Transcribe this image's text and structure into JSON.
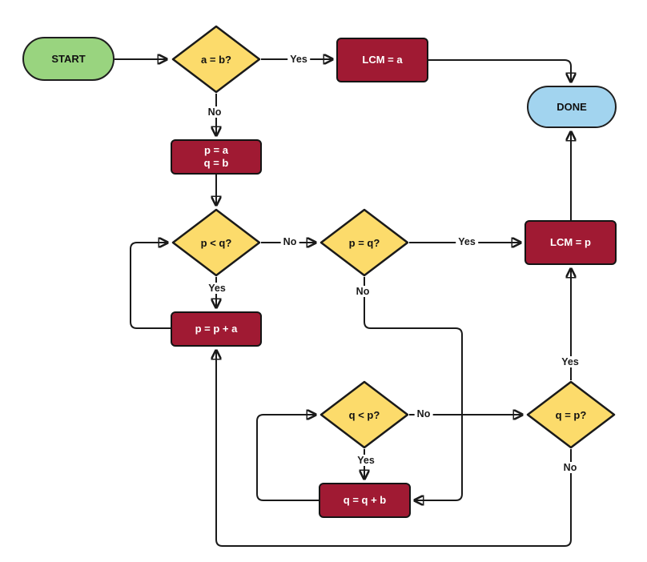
{
  "diagram": {
    "type": "flowchart",
    "subject": "LCM (least common multiple) algorithm",
    "nodes": {
      "start": {
        "label": "START",
        "shape": "terminator",
        "fill": "#99d47f"
      },
      "a_eq_b": {
        "label": "a = b?",
        "shape": "decision",
        "fill": "#fcdb6b"
      },
      "lcm_a": {
        "label": "LCM = a",
        "shape": "process",
        "fill": "#a01a33"
      },
      "done": {
        "label": "DONE",
        "shape": "terminator",
        "fill": "#a2d4ef"
      },
      "p_assign": {
        "line1": "p = a",
        "line2": "q = b",
        "shape": "process",
        "fill": "#a01a33"
      },
      "p_lt_q": {
        "label": "p < q?",
        "shape": "decision",
        "fill": "#fcdb6b"
      },
      "p_eq_q": {
        "label": "p = q?",
        "shape": "decision",
        "fill": "#fcdb6b"
      },
      "lcm_p": {
        "label": "LCM = p",
        "shape": "process",
        "fill": "#a01a33"
      },
      "p_plus_a": {
        "label": "p = p + a",
        "shape": "process",
        "fill": "#a01a33"
      },
      "q_lt_p": {
        "label": "q < p?",
        "shape": "decision",
        "fill": "#fcdb6b"
      },
      "q_eq_p": {
        "label": "q = p?",
        "shape": "decision",
        "fill": "#fcdb6b"
      },
      "q_plus_b": {
        "label": "q = q + b",
        "shape": "process",
        "fill": "#a01a33"
      }
    },
    "edge_labels": {
      "a_eq_b_yes": "Yes",
      "a_eq_b_no": "No",
      "p_lt_q_no": "No",
      "p_lt_q_yes": "Yes",
      "p_eq_q_yes": "Yes",
      "p_eq_q_no": "No",
      "q_lt_p_no": "No",
      "q_lt_p_yes": "Yes",
      "q_eq_p_yes": "Yes",
      "q_eq_p_no": "No"
    },
    "colors": {
      "start_fill": "#99d47f",
      "decision_fill": "#fcdb6b",
      "process_fill": "#a01a33",
      "done_fill": "#a2d4ef",
      "process_text": "#ffffff",
      "stroke": "#1a1a1a",
      "canvas": "#ffffff"
    }
  }
}
